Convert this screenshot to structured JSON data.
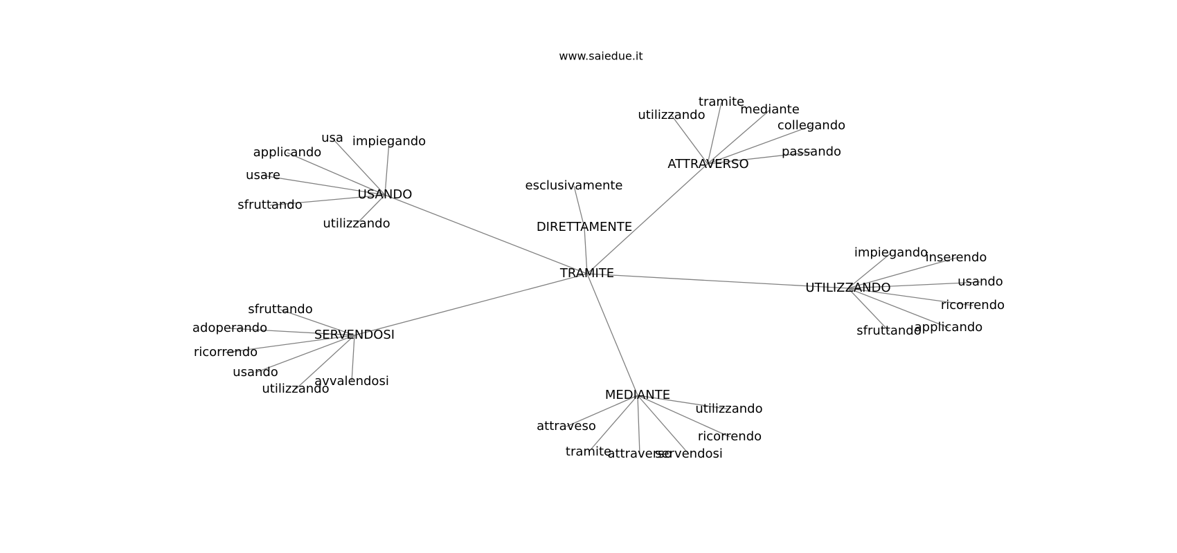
{
  "site_label": "www.saiedue.it",
  "center": "TRAMITE",
  "hubs": [
    {
      "id": "usando",
      "label": "USANDO",
      "leaves": [
        "usa",
        "impiegando",
        "applicando",
        "usare",
        "sfruttando",
        "utilizzando"
      ]
    },
    {
      "id": "attraverso",
      "label": "ATTRAVERSO",
      "leaves": [
        "tramite",
        "mediante",
        "utilizzando",
        "collegando",
        "passando"
      ]
    },
    {
      "id": "direttamente",
      "label": "DIRETTAMENTE",
      "leaves": [
        "esclusivamente"
      ]
    },
    {
      "id": "utilizzando",
      "label": "UTILIZZANDO",
      "leaves": [
        "impiegando",
        "inserendo",
        "usando",
        "ricorrendo",
        "applicando",
        "sfruttando"
      ]
    },
    {
      "id": "servendosi",
      "label": "SERVENDOSI",
      "leaves": [
        "sfruttando",
        "adoperando",
        "ricorrendo",
        "usando",
        "utilizzando",
        "avvalendosi"
      ]
    },
    {
      "id": "mediante",
      "label": "MEDIANTE",
      "leaves": [
        "utilizzando",
        "attraveso",
        "ricorrendo",
        "tramite",
        "attraverso",
        "servendosi"
      ]
    }
  ]
}
